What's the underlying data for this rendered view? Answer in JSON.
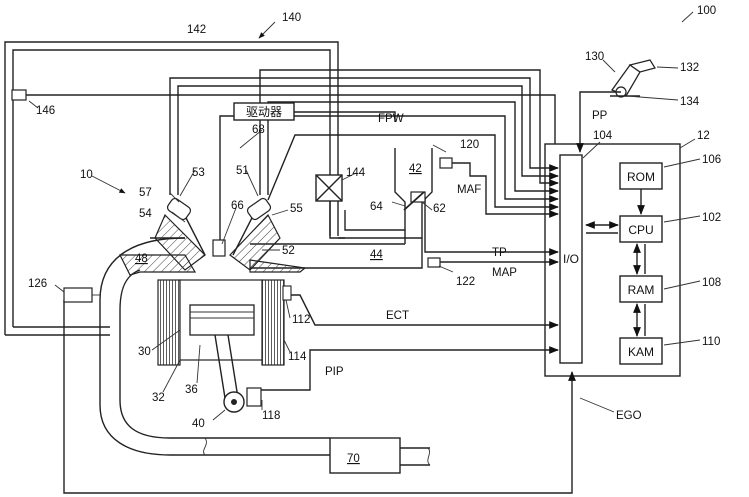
{
  "labels": {
    "fig_ref": "100",
    "system": "140",
    "engine": "10",
    "controller_ref": "12",
    "pedal": "130",
    "foot": "132",
    "pedal_sensor": "134",
    "pp": "PP",
    "io_ref": "104",
    "io": "I/O",
    "rom": "ROM",
    "rom_ref": "106",
    "cpu": "CPU",
    "cpu_ref": "102",
    "ram": "RAM",
    "ram_ref": "108",
    "kam": "KAM",
    "kam_ref": "110",
    "driver_box": "驱动器",
    "driver_ref": "68",
    "fpw": "FPW",
    "n142": "142",
    "n146": "146",
    "n144": "144",
    "n120": "120",
    "n42": "42",
    "maf": "MAF",
    "n64": "64",
    "n62": "62",
    "tp": "TP",
    "n44": "44",
    "map": "MAP",
    "n122": "122",
    "n53": "53",
    "n51": "51",
    "n57": "57",
    "n54": "54",
    "n66": "66",
    "n55": "55",
    "n52": "52",
    "n48": "48",
    "n126": "126",
    "n112": "112",
    "ect": "ECT",
    "n30": "30",
    "n114": "114",
    "n32": "32",
    "n36": "36",
    "pip": "PIP",
    "n40": "40",
    "n118": "118",
    "ego": "EGO",
    "n70": "70"
  }
}
